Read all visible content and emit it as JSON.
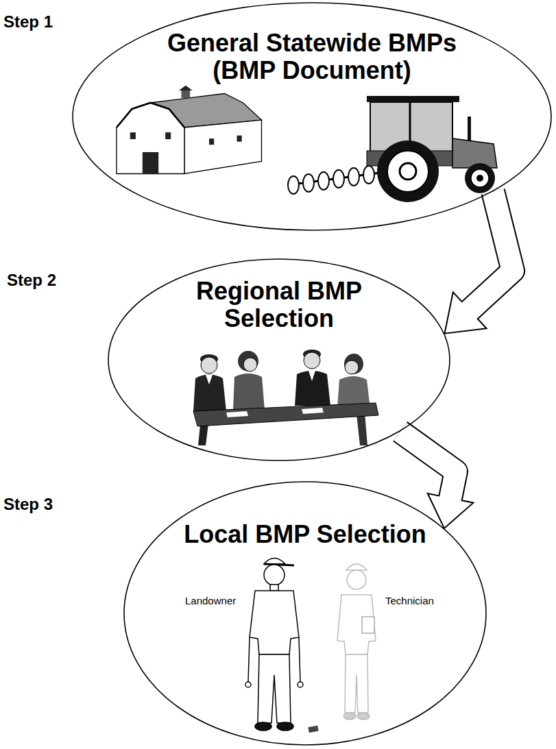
{
  "diagram": {
    "nodes": [
      {
        "text": [
          "General Statewide BMPs (BMP Document)"
        ]
      },
      {
        "text": [
          "Regional BMP Selection"
        ]
      },
      {
        "text": [
          "Local BMP Selection"
        ]
      }
    ],
    "edges": [
      {
        "from": 0,
        "to": 1,
        "arrow": "to"
      },
      {
        "from": 1,
        "to": 2,
        "arrow": "to"
      }
    ],
    "labels": [
      "Step 1",
      "Step 2",
      "Step 3",
      "Landowner",
      "Technician"
    ]
  }
}
